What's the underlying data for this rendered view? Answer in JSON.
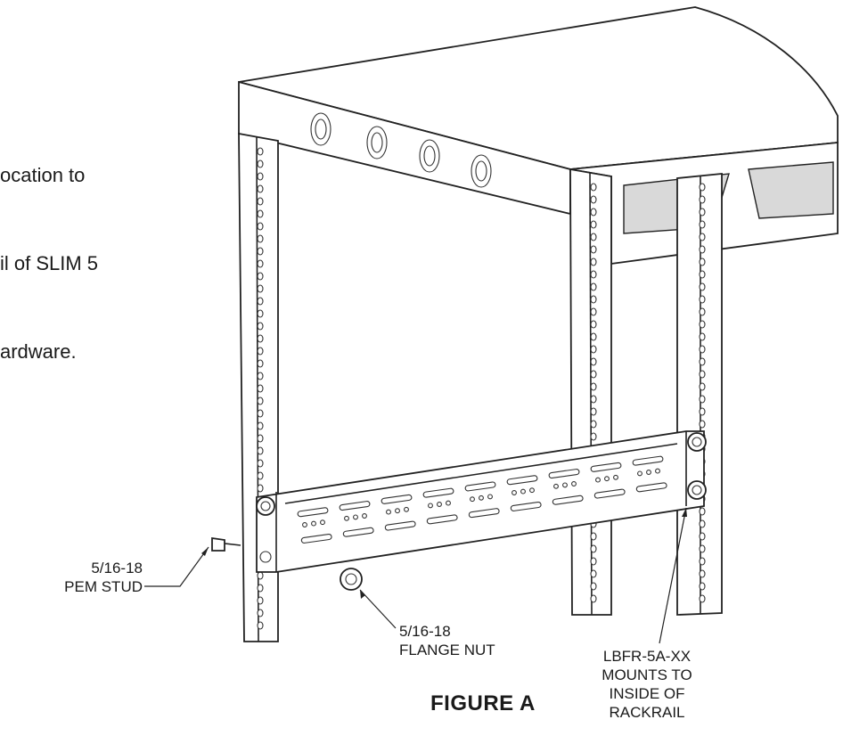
{
  "intro_text": {
    "line1": "ocation to",
    "line2": "il of SLIM 5",
    "line3": "ardware."
  },
  "callouts": {
    "pem_stud": {
      "line1": "5/16-18",
      "line2": "PEM STUD"
    },
    "flange_nut": {
      "line1": "5/16-18",
      "line2": "FLANGE NUT"
    },
    "bracket": {
      "line1": "LBFR-5A-XX",
      "line2": "MOUNTS TO",
      "line3": "INSIDE OF",
      "line4": "RACKRAIL"
    }
  },
  "figure_title": "FIGURE A"
}
